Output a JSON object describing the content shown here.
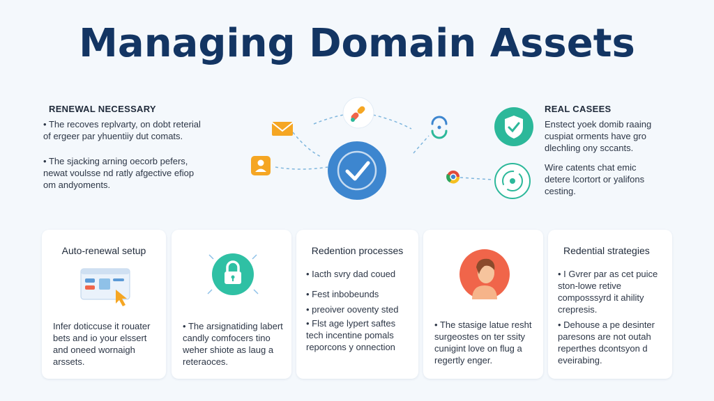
{
  "title": "Managing Domain Assets",
  "left_panel": {
    "heading": "RENEWAL NECESSARY",
    "bullets": [
      "The recoves replvarty, on dobt reterial\nof ergeer par yhuentiiy dut comats.",
      "The sjacking arning oecorb pefers,\nnewat voulsse nd ratly afgective efiop\nom andyoments."
    ]
  },
  "right_panel": {
    "heading": "REAL CASEES",
    "paragraphs": [
      "Enstect yoek domib raaing\ncuspiat orments have gro\ndlechling ony sccants.",
      "Wire catents chat emic\ndetere lcortort or yalifons\ncesting."
    ]
  },
  "cards": [
    {
      "title": "Auto-renewal setup",
      "icon": "browser-cursor-icon",
      "text": "Infer doticcuse it rouater\nbets and io your elssert\nand oneed wornaigh\narssets."
    },
    {
      "title": "",
      "icon": "padlock-icon",
      "text": "The arsignatiding labert\ncandly comfocers tino\nweher shiote as laug a\nreteraoces."
    },
    {
      "title": "Redention processes",
      "icon": "",
      "items": [
        "Iacth svry dad coued",
        "Fest inbobeunds",
        "preoiver ooventy sted",
        "Flst age lypert saftes\ntech incentine pomals\nreporcons y onnection"
      ]
    },
    {
      "title": "",
      "icon": "person-avatar-icon",
      "text": "The stasige latue resht\nsurgeostes on ter ssity\ncunigint love on flug a\nregertly enger."
    },
    {
      "title": "Redential strategies",
      "icon": "",
      "items": [
        "I Gvrer par as cet puice\nston-lowe retive\ncomposssyrd it ahility\ncrepresis.",
        "Dehouse a pe desinter\nparesons are not outah\nreperthes dcontsyon d\neveirabing."
      ]
    }
  ],
  "colors": {
    "title": "#133563",
    "hub_blue": "#3d86cf",
    "shield_green": "#2cb89a",
    "lock_green": "#2fc0a4",
    "avatar_red": "#f0654a",
    "envelope_orange": "#f5a623"
  }
}
